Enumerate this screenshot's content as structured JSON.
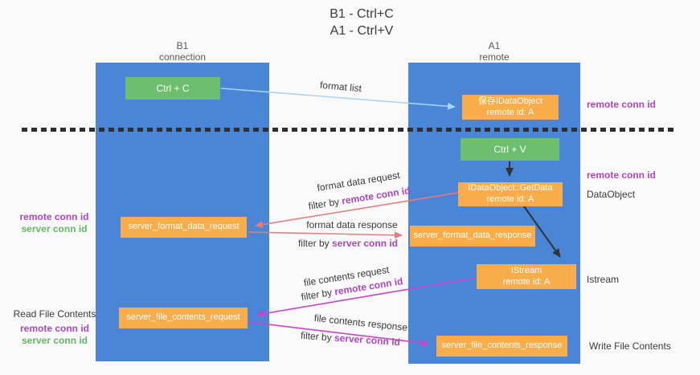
{
  "title": {
    "line1": "B1 - Ctrl+C",
    "line2": "A1 - Ctrl+V"
  },
  "columns": {
    "left": {
      "name": "B1",
      "subtitle": "connection"
    },
    "right": {
      "name": "A1",
      "subtitle": "remote"
    }
  },
  "boxes": {
    "ctrl_c": {
      "label": "Ctrl + C"
    },
    "save_idataobject": {
      "line1": "保存IDataObject",
      "line2": "remote id: A"
    },
    "ctrl_v": {
      "label": "Ctrl + V"
    },
    "getdata": {
      "line1": "IDataObject::GetData",
      "line2": "remote id: A"
    },
    "format_request": {
      "label": "server_format_data_request"
    },
    "format_response": {
      "label": "server_format_data_response"
    },
    "istream": {
      "line1": "IStream",
      "line2": "remote id: A"
    },
    "file_request": {
      "label": "server_file_contents_request"
    },
    "file_response": {
      "label": "server_file_contents_response"
    }
  },
  "arrow_labels": {
    "format_list": "format list",
    "format_data_request": "format data request",
    "format_data_response": "format data response",
    "file_contents_request": "file contents request",
    "file_contents_response": "file contents response",
    "filter_by": "filter by ",
    "remote_conn_id": "remote conn id",
    "server_conn_id": "server conn id"
  },
  "side_labels": {
    "remote_conn_id": "remote conn id",
    "server_conn_id": "server conn id",
    "dataobject": "DataObject",
    "istream": "Istream",
    "read_file_contents": "Read File Contents",
    "write_file_contents": "Write File Contents"
  },
  "colors": {
    "column_blue": "#4a85d8",
    "box_green": "#6dbe6e",
    "box_orange": "#f9ad4a",
    "purple_text": "#ab47bc",
    "green_text": "#5fb862",
    "arrow_salmon": "#e87c7c",
    "arrow_magenta": "#c944c9",
    "arrow_lightblue": "#a9d3f2",
    "arrow_black": "#333333"
  }
}
